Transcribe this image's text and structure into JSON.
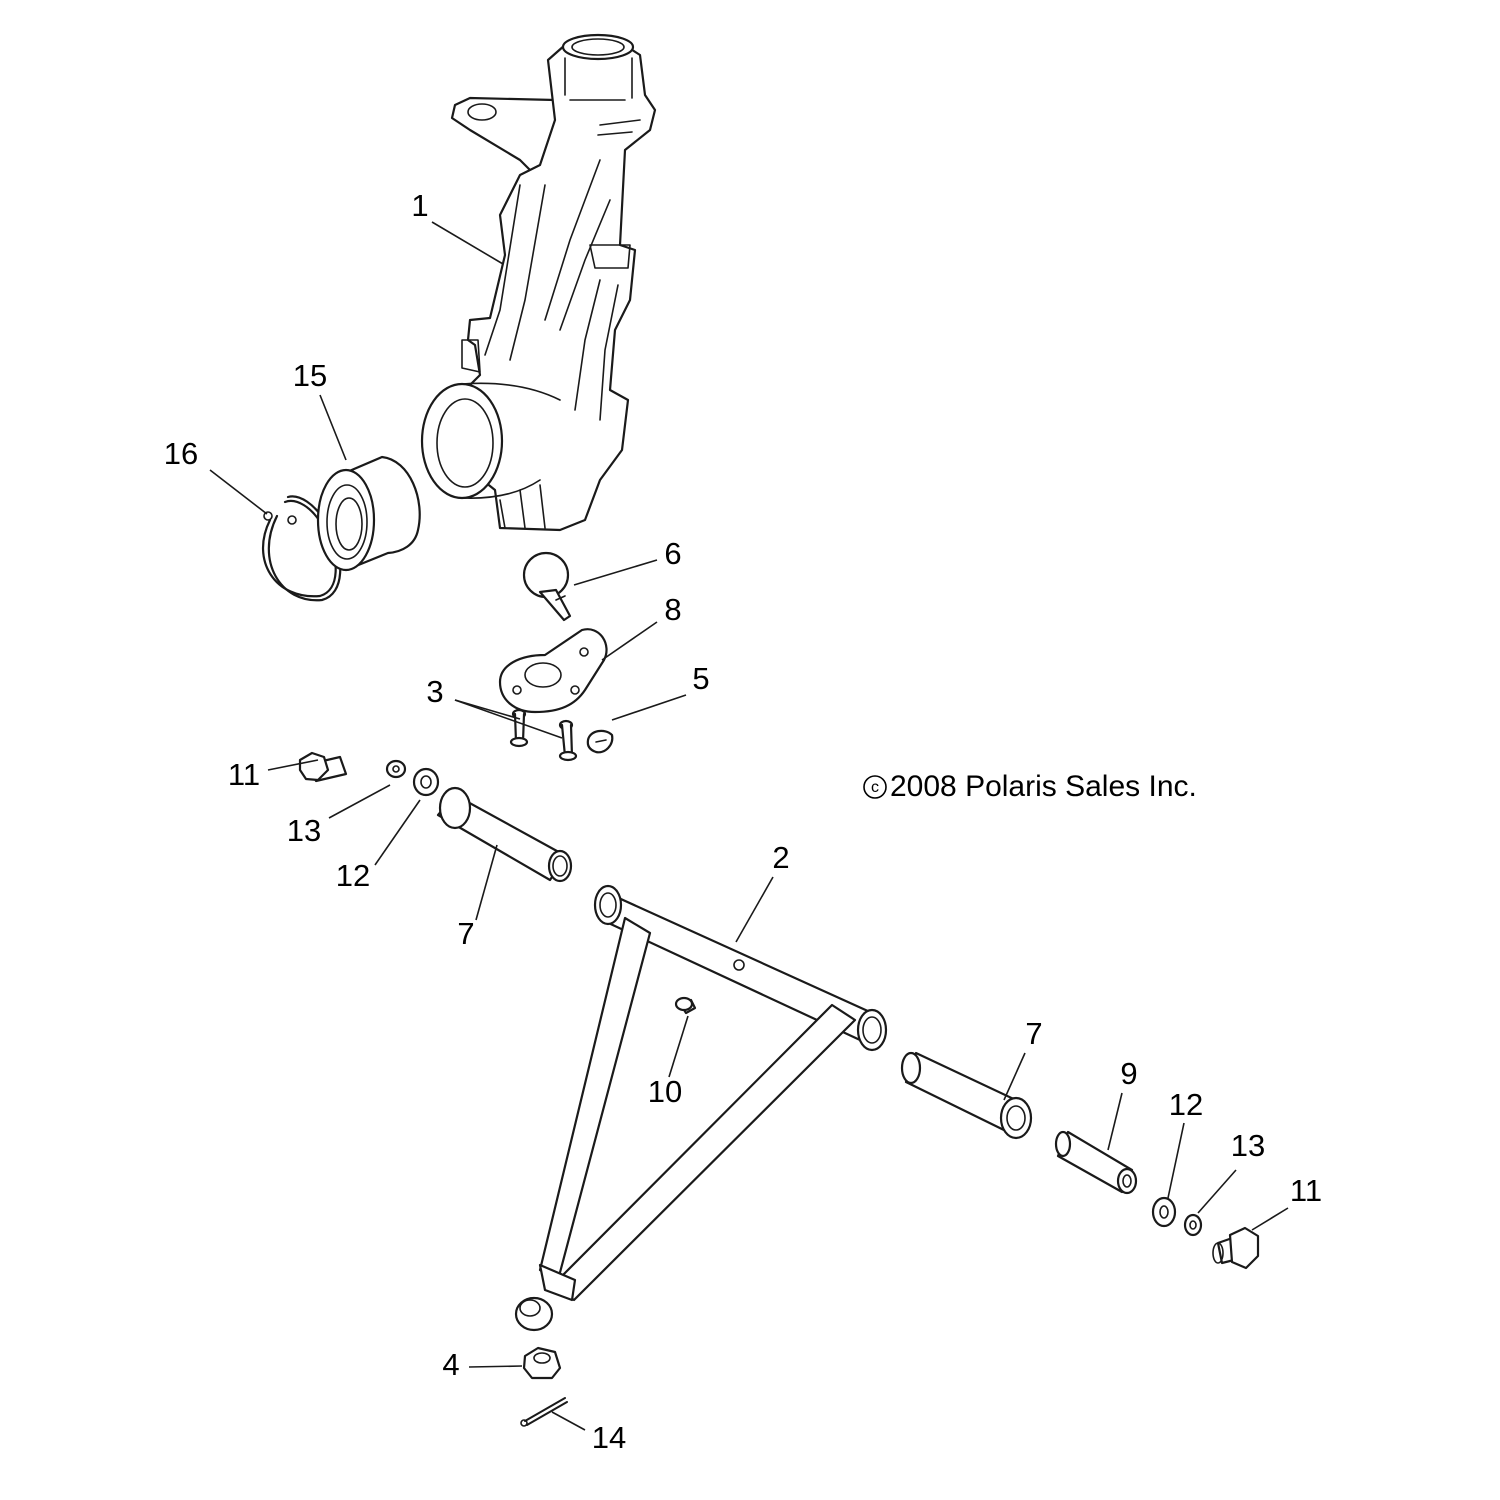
{
  "copyright": {
    "symbol": "c",
    "text": "2008 Polaris Sales Inc."
  },
  "callouts": {
    "c1": "1",
    "c2": "2",
    "c3": "3",
    "c4": "4",
    "c5": "5",
    "c6": "6",
    "c7a": "7",
    "c7b": "7",
    "c8": "8",
    "c9": "9",
    "c10": "10",
    "c11a": "11",
    "c11b": "11",
    "c12a": "12",
    "c12b": "12",
    "c13a": "13",
    "c13b": "13",
    "c14": "14",
    "c15": "15",
    "c16": "16"
  },
  "colors": {
    "line": "#1a1a1a",
    "background": "#ffffff"
  }
}
